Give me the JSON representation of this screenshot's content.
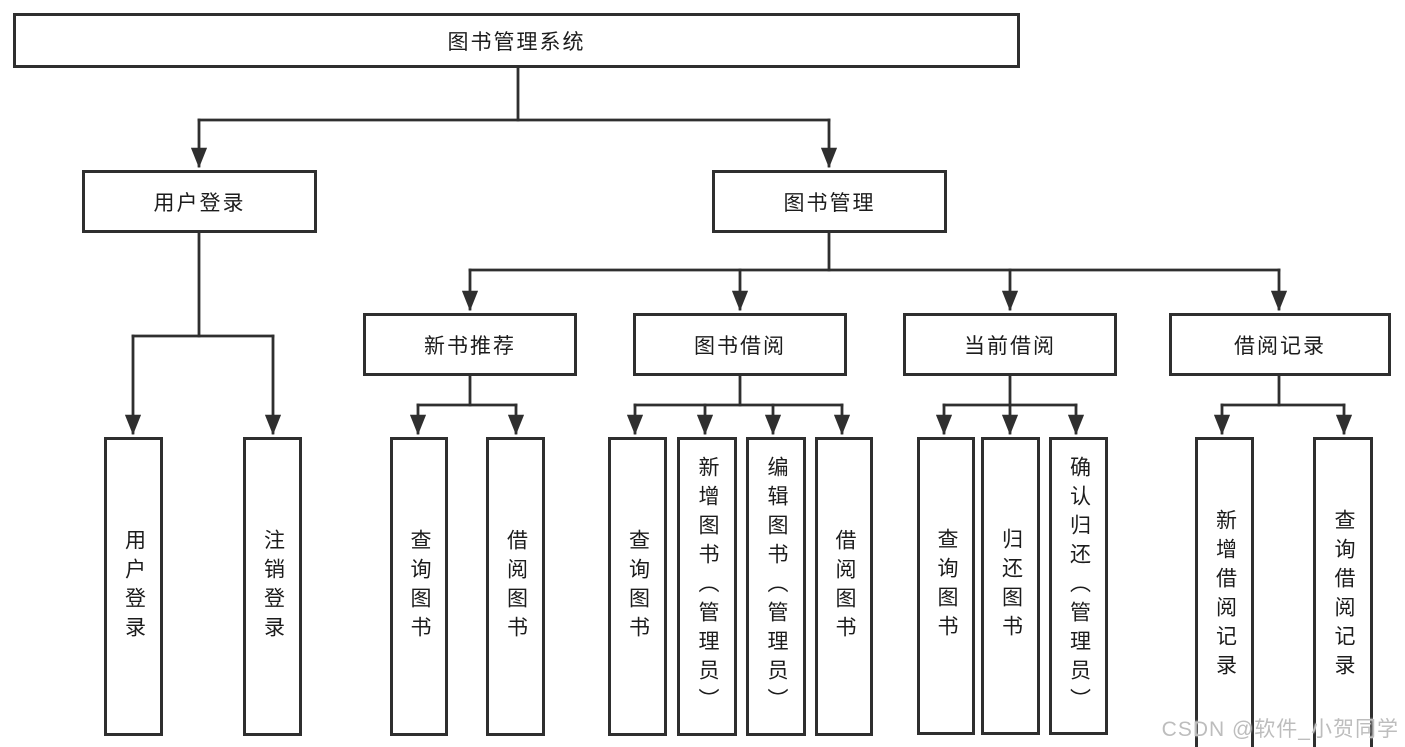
{
  "colors": {
    "background": "#ffffff",
    "line": "#2f2f2f",
    "box_border": "#2f2f2f",
    "text": "#1c1c1c",
    "watermark": "#bdbdbd"
  },
  "watermark": {
    "text": "CSDN @软件_小贺同学"
  },
  "tree": {
    "root": {
      "label": "图书管理系统",
      "children": [
        {
          "label": "用户登录",
          "children": [
            {
              "label": "用户登录"
            },
            {
              "label": "注销登录"
            }
          ]
        },
        {
          "label": "图书管理",
          "children": [
            {
              "label": "新书推荐",
              "children": [
                {
                  "label": "查询图书"
                },
                {
                  "label": "借阅图书"
                }
              ]
            },
            {
              "label": "图书借阅",
              "children": [
                {
                  "label": "查询图书"
                },
                {
                  "label": "新增图书（管理员）"
                },
                {
                  "label": "编辑图书（管理员）"
                },
                {
                  "label": "借阅图书"
                }
              ]
            },
            {
              "label": "当前借阅",
              "children": [
                {
                  "label": "查询图书"
                },
                {
                  "label": "归还图书"
                },
                {
                  "label": "确认归还（管理员）"
                }
              ]
            },
            {
              "label": "借阅记录",
              "children": [
                {
                  "label": "新增借阅记录"
                },
                {
                  "label": "查询借阅记录"
                }
              ]
            }
          ]
        }
      ]
    }
  }
}
